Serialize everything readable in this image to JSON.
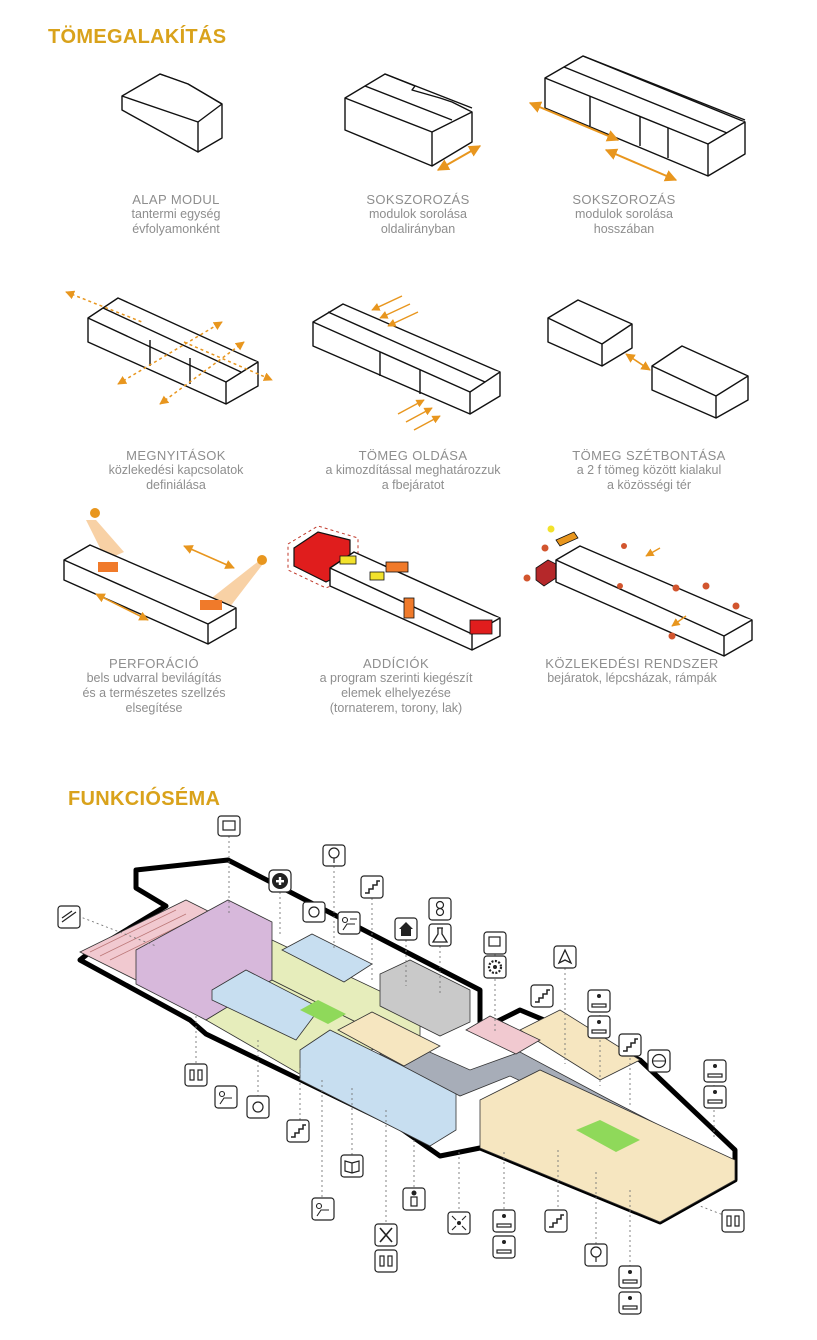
{
  "sections": {
    "massing_title": "TÖMEGALAKÍTÁS",
    "function_title": "FUNKCIÓSÉMA"
  },
  "steps": [
    {
      "title": "ALAP MODUL",
      "subtitle": "tantermi egység\névfolyamonként"
    },
    {
      "title": "SOKSZOROZÁS",
      "subtitle": "modulok sorolása\noldalirányban"
    },
    {
      "title": "SOKSZOROZÁS",
      "subtitle": "modulok sorolása\nhosszában"
    },
    {
      "title": "MEGNYITÁSOK",
      "subtitle": "közlekedési kapcsolatok\ndefiniálása"
    },
    {
      "title": "TÖMEG OLDÁSA",
      "subtitle": "a kimozdítással meghatározzuk\na fbejáratot"
    },
    {
      "title": "TÖMEG SZÉTBONTÁSA",
      "subtitle": "a 2 f tömeg között kialakul\na közösségi tér"
    },
    {
      "title": "PERFORÁCIÓ",
      "subtitle": "bels udvarral bevilágítás\nés a természetes szellzés\nelsegítése"
    },
    {
      "title": "ADDÍCIÓK",
      "subtitle": "a program szerinti kiegészít\nelemek elhelyezése\n(tornaterem, torony, lak)"
    },
    {
      "title": "KÖZLEKEDÉSI RENDSZER",
      "subtitle": "bejáratok, lépcsházak, rámpák"
    }
  ],
  "colors": {
    "accent": "#d9a21b",
    "arrow": "#e8961e",
    "red": "#e01d1d",
    "yellow": "#f2e22c",
    "orange": "#f07a2a",
    "purple": "#d7b8db",
    "lime": "#e6edbb",
    "blue": "#c7def0",
    "grey": "#a7adb8",
    "cream": "#f6e6c0",
    "green": "#8fd95a",
    "pink": "#f1c9d0"
  },
  "icons": [
    "projector-icon",
    "medical-cross-icon",
    "tree-icon",
    "stairs-icon",
    "coffee-icon",
    "reading-icon",
    "home-icon",
    "chef-icon",
    "flask-icon",
    "whiteboard-icon",
    "gear-icon",
    "praying-hands-icon",
    "group-icon",
    "globe-icon",
    "restroom-icon",
    "book-icon",
    "person-icon",
    "fork-knife-icon",
    "ramp-icon"
  ]
}
